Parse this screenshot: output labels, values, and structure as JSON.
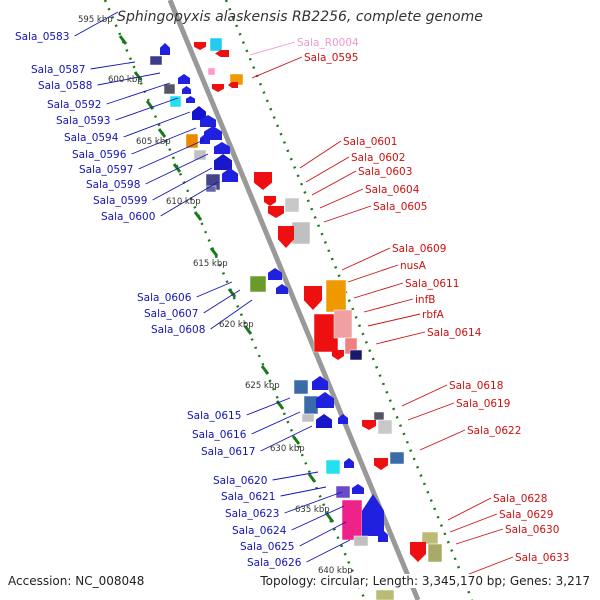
{
  "title": "Sphingopyxis alaskensis RB2256, complete genome",
  "footer": {
    "accession": "Accession: NC_008048",
    "topology": "Topology: circular; Length: 3,345,170 bp; Genes: 3,217"
  },
  "colors": {
    "left_label": "#1414b4",
    "right_label": "#cc1111",
    "rna_label": "#ee99cc",
    "ruler": "#1a7a1a",
    "backbone": "#999999"
  },
  "kbp_ticks": [
    "595 kbp",
    "600 kbp",
    "605 kbp",
    "610 kbp",
    "615 kbp",
    "620 kbp",
    "625 kbp",
    "630 kbp",
    "635 kbp",
    "640 kbp"
  ],
  "left_genes": [
    "Sala_0583",
    "Sala_0587",
    "Sala_0588",
    "Sala_0592",
    "Sala_0593",
    "Sala_0594",
    "Sala_0596",
    "Sala_0597",
    "Sala_0598",
    "Sala_0599",
    "Sala_0600",
    "Sala_0606",
    "Sala_0607",
    "Sala_0608",
    "Sala_0615",
    "Sala_0616",
    "Sala_0617",
    "Sala_0620",
    "Sala_0621",
    "Sala_0623",
    "Sala_0624",
    "Sala_0625",
    "Sala_0626"
  ],
  "right_genes": [
    "Sala_R0004",
    "Sala_0595",
    "Sala_0601",
    "Sala_0602",
    "Sala_0603",
    "Sala_0604",
    "Sala_0605",
    "Sala_0609",
    "nusA",
    "Sala_0611",
    "infB",
    "rbfA",
    "Sala_0614",
    "Sala_0618",
    "Sala_0619",
    "Sala_0622",
    "Sala_0628",
    "Sala_0629",
    "Sala_0630",
    "Sala_0633"
  ]
}
